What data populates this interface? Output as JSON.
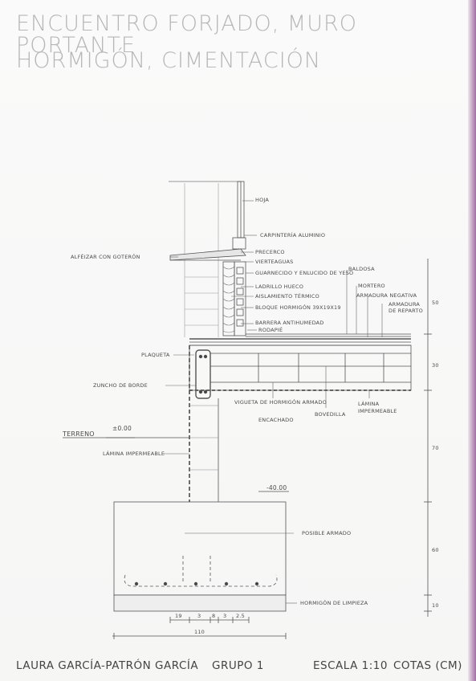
{
  "title": {
    "line1": "ENCUENTRO FORJADO, MURO PORTANTE",
    "line2": "HORMIGÓN, CIMENTACIÓN"
  },
  "labels": {
    "hoja": "HOJA",
    "carpinteria": "CARPINTERÍA ALUMINIO",
    "alfeizar": "ALFÉIZAR CON GOTERÓN",
    "precerco": "PRECERCO",
    "vierteaguas": "VIERTEAGUAS",
    "guarnecido": "GUARNECIDO Y ENLUCIDO DE YESO",
    "baldosa": "BALDOSA",
    "ladrillo": "LADRILLO HUECO",
    "mortero": "MORTERO",
    "aislamiento": "AISLAMIENTO TÉRMICO",
    "armadura_negativa": "ARMADURA NEGATIVA",
    "armadura_reparto_1": "ARMADURA",
    "armadura_reparto_2": "DE REPARTO",
    "bloque": "BLOQUE HORMIGÓN 39x19x19",
    "barrera": "BARRERA ANTIHUMEDAD",
    "rodapie": "RODAPIÉ",
    "plaqueta": "PLAQUETA",
    "zuncho": "ZUNCHO DE BORDE",
    "vigueta": "VIGUETA DE HORMIGÓN ARMADO",
    "bovedilla": "BOVEDILLA",
    "lamina_1": "LÁMINA",
    "lamina_2": "IMPERMEABLE",
    "encachado": "ENCACHADO",
    "terreno": "TERRENO",
    "cota_terreno": "±0.00",
    "lamina_imper": "LÁMINA IMPERMEABLE",
    "cota_cimiento": "-40.00",
    "posible_armado": "POSIBLE ARMADO",
    "hormigon_limpieza": "HORMIGÓN DE LIMPIEZA"
  },
  "dimensions": {
    "v50": "50",
    "v30": "30",
    "v70": "70",
    "v60": "60",
    "v10": "10",
    "h19": "19",
    "h3a": "3",
    "h8": "8",
    "h3b": "3",
    "h25": "2.5",
    "h110": "110"
  },
  "footer": {
    "author": "LAURA GARCÍA-PATRÓN GARCÍA",
    "group": "GRUPO 1",
    "scale": "ESCALA 1:10",
    "units": "COTAS (CM)"
  }
}
